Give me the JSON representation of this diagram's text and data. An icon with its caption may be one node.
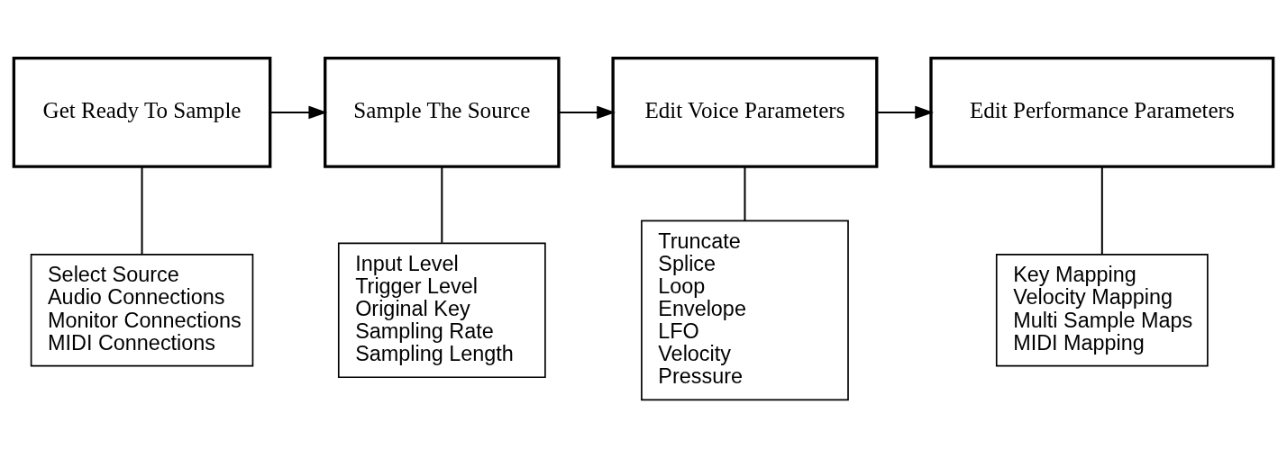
{
  "diagram": {
    "nodes": [
      {
        "text": [
          "Get Ready To Sample"
        ]
      },
      {
        "text": [
          "Sample The Source"
        ]
      },
      {
        "text": [
          "Edit Voice Parameters"
        ]
      },
      {
        "text": [
          "Edit Performance Parameters"
        ]
      },
      {
        "text": [
          "Select Source",
          "Audio Connections",
          "Monitor Connections",
          "MIDI Connections"
        ]
      },
      {
        "text": [
          "Input Level",
          "Trigger Level",
          "Original Key",
          "Sampling Rate",
          "Sampling Length"
        ]
      },
      {
        "text": [
          "Truncate",
          "Splice",
          "Loop",
          "Envelope",
          "LFO",
          "Velocity",
          "Pressure"
        ]
      },
      {
        "text": [
          "Key Mapping",
          "Velocity Mapping",
          "Multi Sample Maps",
          "MIDI Mapping"
        ]
      }
    ],
    "edges": [
      {
        "from": 0,
        "to": 1,
        "arrow": "to"
      },
      {
        "from": 1,
        "to": 2,
        "arrow": "to"
      },
      {
        "from": 2,
        "to": 3,
        "arrow": "to"
      },
      {
        "from": 0,
        "to": 4,
        "arrow": "none"
      },
      {
        "from": 1,
        "to": 5,
        "arrow": "none"
      },
      {
        "from": 2,
        "to": 6,
        "arrow": "none"
      },
      {
        "from": 3,
        "to": 7,
        "arrow": "none"
      }
    ]
  }
}
